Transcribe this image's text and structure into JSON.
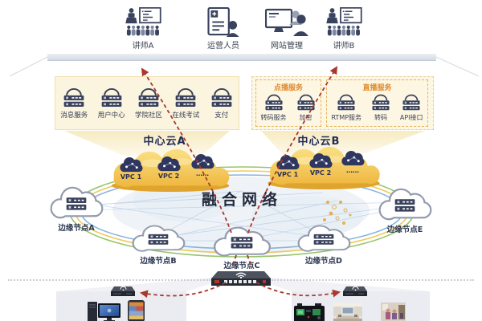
{
  "top_users": [
    {
      "label": "讲师A"
    },
    {
      "label": "运营人员"
    },
    {
      "label": "网站管理"
    },
    {
      "label": "讲师B"
    }
  ],
  "service_box_a": {
    "services": [
      "消息服务",
      "用户中心",
      "学院社区",
      "在线考试",
      "支付"
    ]
  },
  "service_box_b": {
    "groups": [
      {
        "title": "点播服务",
        "services": [
          "转码服务",
          "加密"
        ]
      },
      {
        "title": "直播服务",
        "services": [
          "RTMP服务",
          "转码",
          "API接口"
        ]
      }
    ]
  },
  "cloud_a": {
    "title": "中心云A",
    "vpcs": [
      "VPC 1",
      "VPC 2",
      "……"
    ]
  },
  "cloud_b": {
    "title": "中心云B",
    "vpcs": [
      "VPC 1",
      "VPC 2",
      "……"
    ]
  },
  "center_label": "融合网络",
  "edge_nodes": [
    {
      "label": "边缘节点A"
    },
    {
      "label": "边缘节点B"
    },
    {
      "label": "边缘节点C"
    },
    {
      "label": "边缘节点D"
    },
    {
      "label": "边缘节点E"
    }
  ],
  "colors": {
    "cloud_platform_yellow": "#F2BE45",
    "service_box_cream": "#FBF4DF",
    "icon_navy": "#39425C",
    "dashed_arrow_red": "#A8392F",
    "group_title_orange": "#E08A2E",
    "ring_green": "#86BC52",
    "ring_yellow": "#EFC23C",
    "ring_blue": "#74A9DC"
  }
}
